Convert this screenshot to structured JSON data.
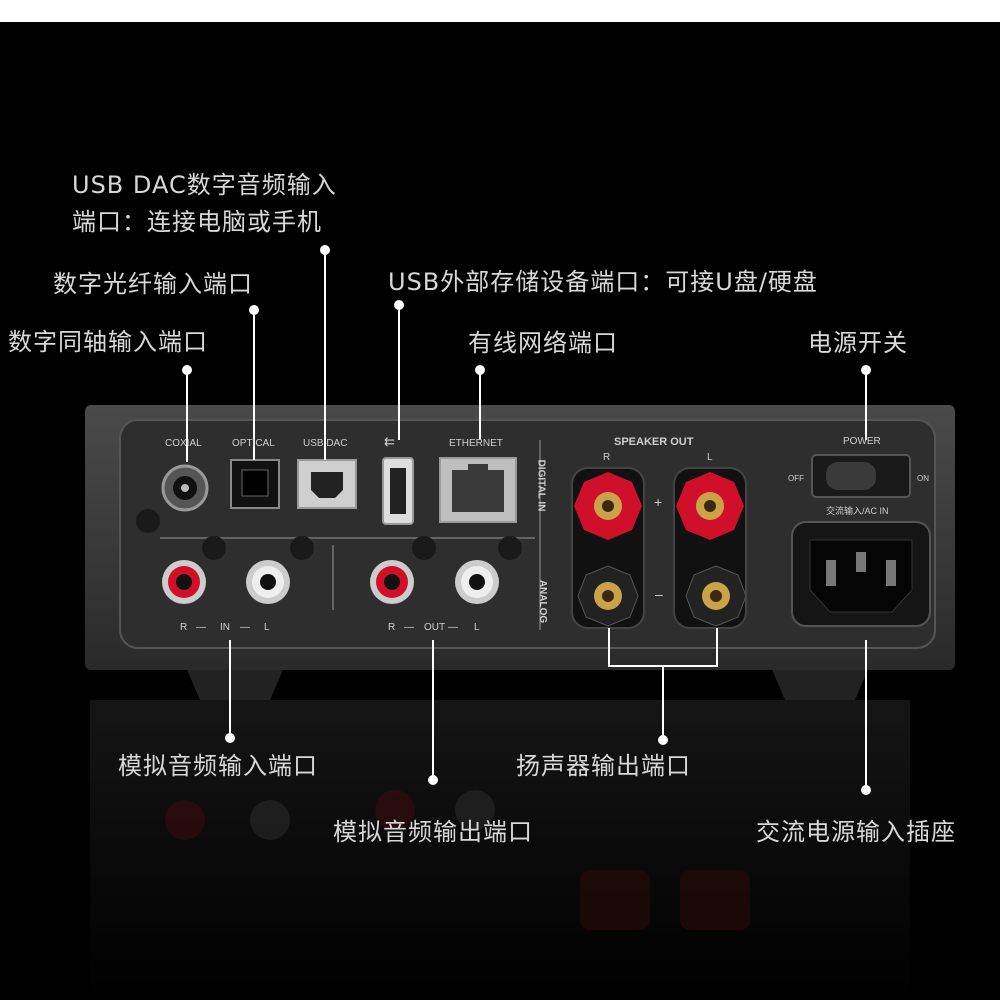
{
  "annotations": {
    "usb_dac_line1": "USB DAC数字音频输入",
    "usb_dac_line2": "端口：连接电脑或手机",
    "optical": "数字光纤输入端口",
    "coaxial": "数字同轴输入端口",
    "usb_storage": "USB外部存储设备端口：可接U盘/硬盘",
    "ethernet": "有线网络端口",
    "power_switch": "电源开关",
    "analog_in": "模拟音频输入端口",
    "analog_out": "模拟音频输出端口",
    "speaker_out": "扬声器输出端口",
    "ac_in": "交流电源输入插座"
  },
  "device_labels": {
    "coxial": "COXIAL",
    "optical": "OPTICAL",
    "usb_dac": "USB DAC",
    "ethernet": "ETHERNET",
    "digital_in": "DIGITAL IN",
    "analog": "ANALOG",
    "speaker_out": "SPEAKER OUT",
    "speaker_r": "R",
    "speaker_l": "L",
    "plus": "+",
    "minus": "–",
    "power": "POWER",
    "off": "OFF",
    "on": "ON",
    "ac_in": "交流输入/AC IN",
    "in_r": "R",
    "in_dash1": "—",
    "in_label": "IN",
    "in_dash2": "—",
    "in_l": "L",
    "out_r": "R",
    "out_dash1": "—",
    "out_label": "OUT",
    "out_dash2": "—",
    "out_l": "L"
  },
  "colors": {
    "background": "#000000",
    "panel": "#2c2c2c",
    "red_terminal": "#d0102a",
    "gold": "#c9a24a",
    "callout_line": "#ffffff"
  }
}
